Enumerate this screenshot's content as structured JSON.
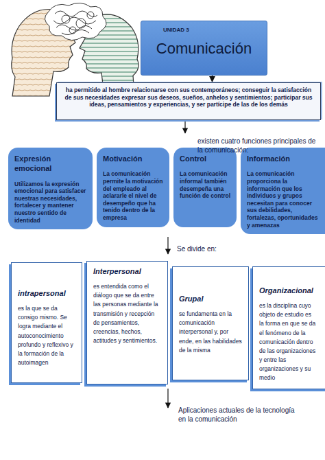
{
  "diagram": {
    "nodes": [
      {
        "text": [
          "UNIDAD 3",
          "Comunicación"
        ]
      },
      {
        "text": [
          "ha permitido al hombre relacionarse con sus contemporáneos; conseguir la satisfacción de sus necesidades expresar sus deseos, sueños, anhelos y sentimientos; participar sus ideas, pensamientos y experiencias, y ser partícipe de las de los demás"
        ]
      },
      {
        "text": [
          "Expresión emocional",
          "Utilizamos la expresión emocional para satisfacer nuestras necesidades, fortalecer y mantener nuestro sentido de identidad"
        ]
      },
      {
        "text": [
          "Motivación",
          "La comunicación permite la motivación del empleado al aclararle el nivel de desempeño que ha tenido dentro de la empresa"
        ]
      },
      {
        "text": [
          "Control",
          "La comunicación informal también desempeña una función de control"
        ]
      },
      {
        "text": [
          "Información",
          "La comunicación proporciona la información que los individuos y grupos necesitan para conocer sus debilidades, fortalezas, oportunidades y amenazas"
        ]
      },
      {
        "text": [
          "intrapersonal",
          "es la que se da consigo mismo. Se logra mediante el autoconocimiento profundo y reflexivo y la formación de la autoimagen"
        ]
      },
      {
        "text": [
          "Interpersonal",
          "es entendida como el diálogo que se da entre las personas mediante la transmisión y recepción de pensamientos, creencias, hechos, actitudes y sentimientos."
        ]
      },
      {
        "text": [
          "Grupal",
          "se fundamenta en la comunicación interpersonal y, por ende, en las habilidades de la misma"
        ]
      },
      {
        "text": [
          "Organizacional",
          "es la disciplina cuyo objeto de estudio es la forma en que se da el fenómeno de la comunicación dentro de las organizaciones y entre las organizaciones y su medio"
        ]
      }
    ],
    "edges": [
      {
        "from": 0,
        "to": 1,
        "arrow": "to"
      }
    ],
    "labels": [
      "existen cuatro funciones principales de la comunicación:",
      "Se divide en:",
      "Aplicaciones actuales de la tecnología en la comunicación"
    ]
  }
}
